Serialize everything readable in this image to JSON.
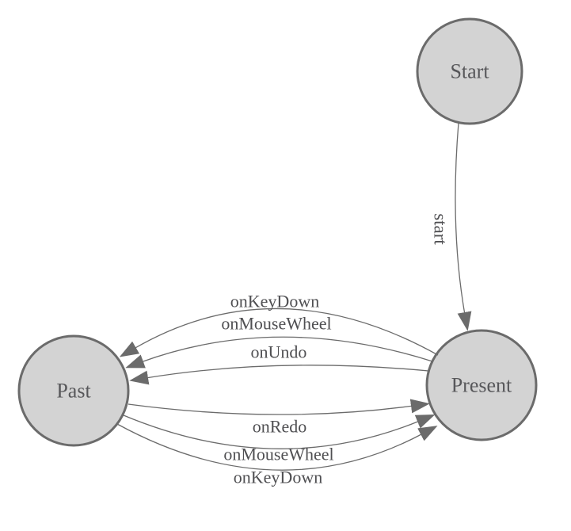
{
  "diagram": {
    "type": "state-machine",
    "nodes": [
      {
        "id": "start",
        "label": "Start"
      },
      {
        "id": "present",
        "label": "Present"
      },
      {
        "id": "past",
        "label": "Past"
      }
    ],
    "edges": [
      {
        "from": "start",
        "to": "present",
        "label": "start"
      },
      {
        "from": "present",
        "to": "past",
        "label": "onKeyDown"
      },
      {
        "from": "present",
        "to": "past",
        "label": "onMouseWheel"
      },
      {
        "from": "present",
        "to": "past",
        "label": "onUndo"
      },
      {
        "from": "past",
        "to": "present",
        "label": "onRedo"
      },
      {
        "from": "past",
        "to": "present",
        "label": "onMouseWheel"
      },
      {
        "from": "past",
        "to": "present",
        "label": "onKeyDown"
      }
    ]
  },
  "colors": {
    "background": "#ffffff",
    "node_fill": "#d3d3d3",
    "node_stroke": "#6b6b6b",
    "edge_stroke": "#6b6b6b",
    "arrow_fill": "#6b6b6b",
    "node_label": "#57575a",
    "edge_label": "#4f4f52"
  }
}
